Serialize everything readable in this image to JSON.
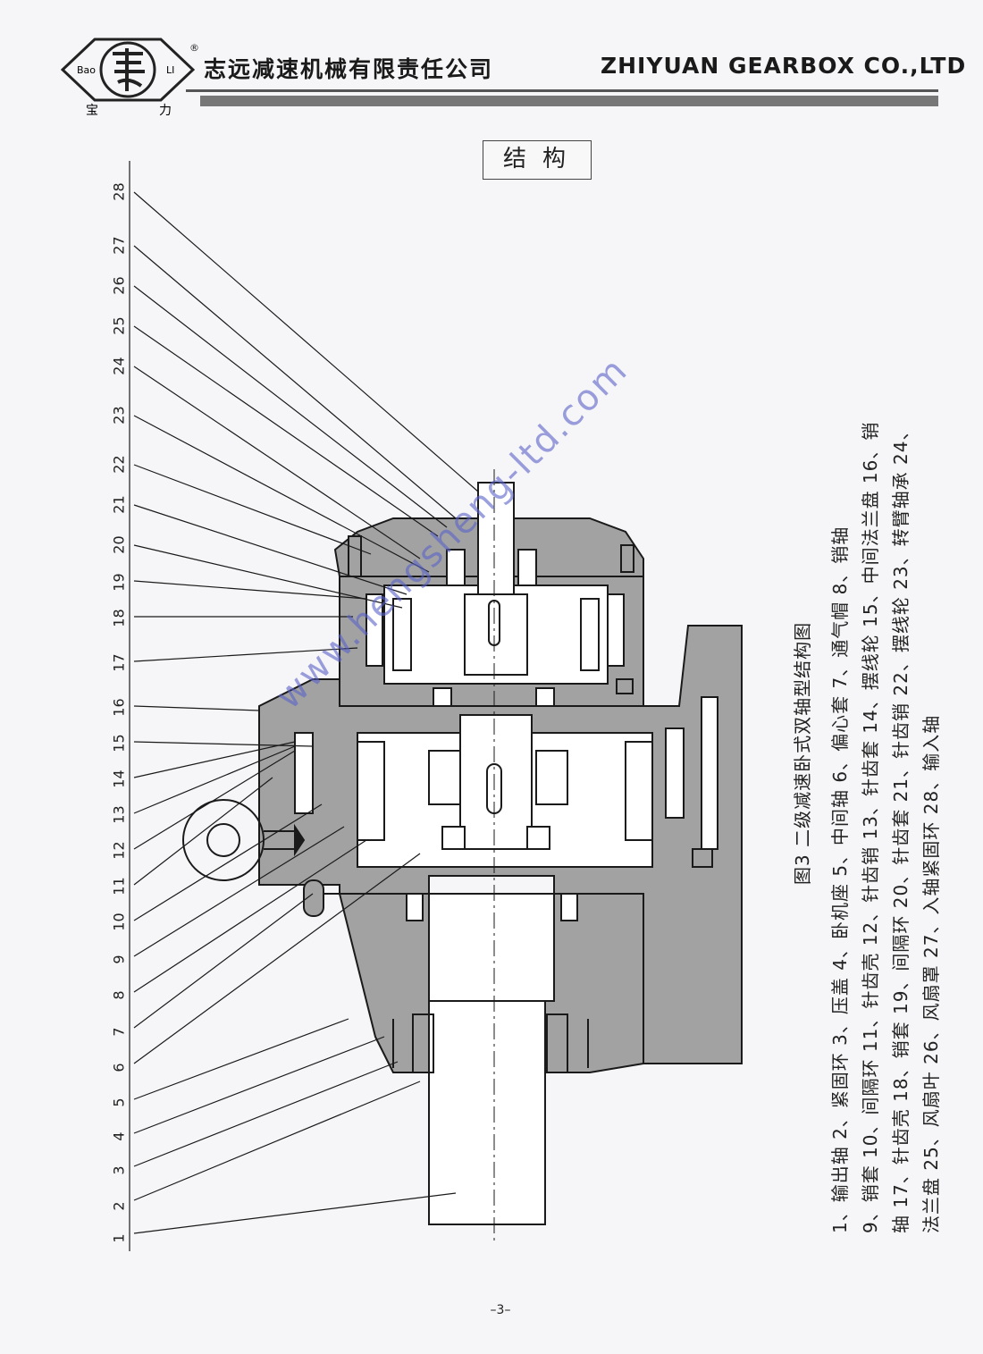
{
  "header": {
    "logo": {
      "text_left": "Bao",
      "text_right": "LI",
      "char_left": "宝",
      "char_right": "力",
      "registered": "®"
    },
    "company_cn": "志远减速机械有限责任公司",
    "company_en": "ZHIYUAN GEARBOX CO.,LTD"
  },
  "section_title": "结构",
  "callout_numbers": [
    "1",
    "2",
    "3",
    "4",
    "5",
    "6",
    "7",
    "8",
    "9",
    "10",
    "11",
    "12",
    "13",
    "14",
    "15",
    "16",
    "17",
    "18",
    "19",
    "20",
    "21",
    "22",
    "23",
    "24",
    "25",
    "26",
    "27",
    "28"
  ],
  "figure_title": "图3   二级减速卧式双轴型结构图",
  "parts_lines": [
    "1、输出轴    2、紧固环    3、压盖    4、卧机座    5、中间轴    6、偏心套    7、通气帽    8、销轴",
    "9、销套   10、间隔环   11、针齿壳   12、针齿销   13、针齿套   14、摆线轮   15、中间法兰盘   16、销",
    "轴  17、针齿壳  18、销套  19、间隔环  20、针齿套  21、针齿销  22、摆线轮  23、转臂轴承  24、",
    "法兰盘  25、风扇叶  26、风扇罩  27、入轴紧固环  28、输入轴"
  ],
  "watermark": "www.hengsheng-ltd.com",
  "page_number": "–3–",
  "colors": {
    "casting": "#a2a2a2",
    "shaft": "#ffffff",
    "line": "#1a1a1a",
    "watermark": "#5a62c9",
    "rule": "#777777"
  }
}
